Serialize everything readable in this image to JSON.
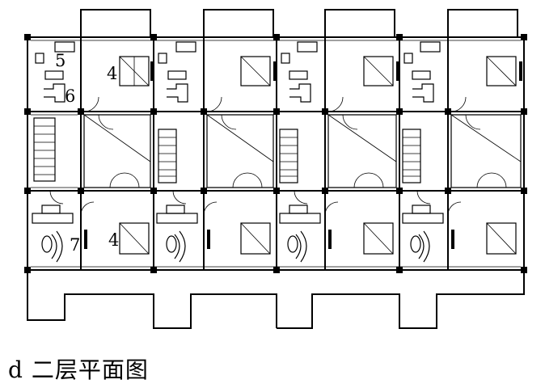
{
  "caption": "d 二层平面图",
  "room_labels": [
    "5",
    "6",
    "4",
    "4",
    "7"
  ],
  "units": 4,
  "colors": {
    "line": "#000000",
    "background": "#ffffff"
  }
}
